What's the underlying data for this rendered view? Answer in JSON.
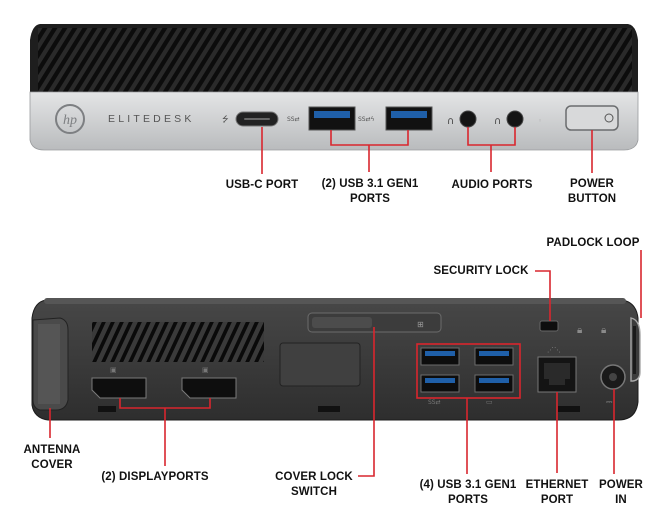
{
  "front": {
    "brand": "ELITEDESK",
    "labels": {
      "usb_c_port": "USB-C PORT",
      "usb_31_line1": "(2) USB 3.1 GEN1",
      "usb_31_line2": "PORTS",
      "audio_ports": "AUDIO PORTS",
      "power_button_line1": "POWER",
      "power_button_line2": "BUTTON"
    }
  },
  "rear": {
    "labels": {
      "padlock_loop": "PADLOCK LOOP",
      "security_lock": "SECURITY LOCK",
      "antenna_cover_line1": "ANTENNA",
      "antenna_cover_line2": "COVER",
      "displayports": "(2) DISPLAYPORTS",
      "cover_lock_line1": "COVER LOCK",
      "cover_lock_line2": "SWITCH",
      "usb_rear_line1": "(4) USB 3.1 GEN1",
      "usb_rear_line2": "PORTS",
      "ethernet_line1": "ETHERNET",
      "ethernet_line2": "PORT",
      "power_in_line1": "POWER",
      "power_in_line2": "IN"
    }
  },
  "colors": {
    "callout": "#d9262e",
    "chassis_dark": "#2b2b2b",
    "front_panel": "#cfd1d3"
  }
}
